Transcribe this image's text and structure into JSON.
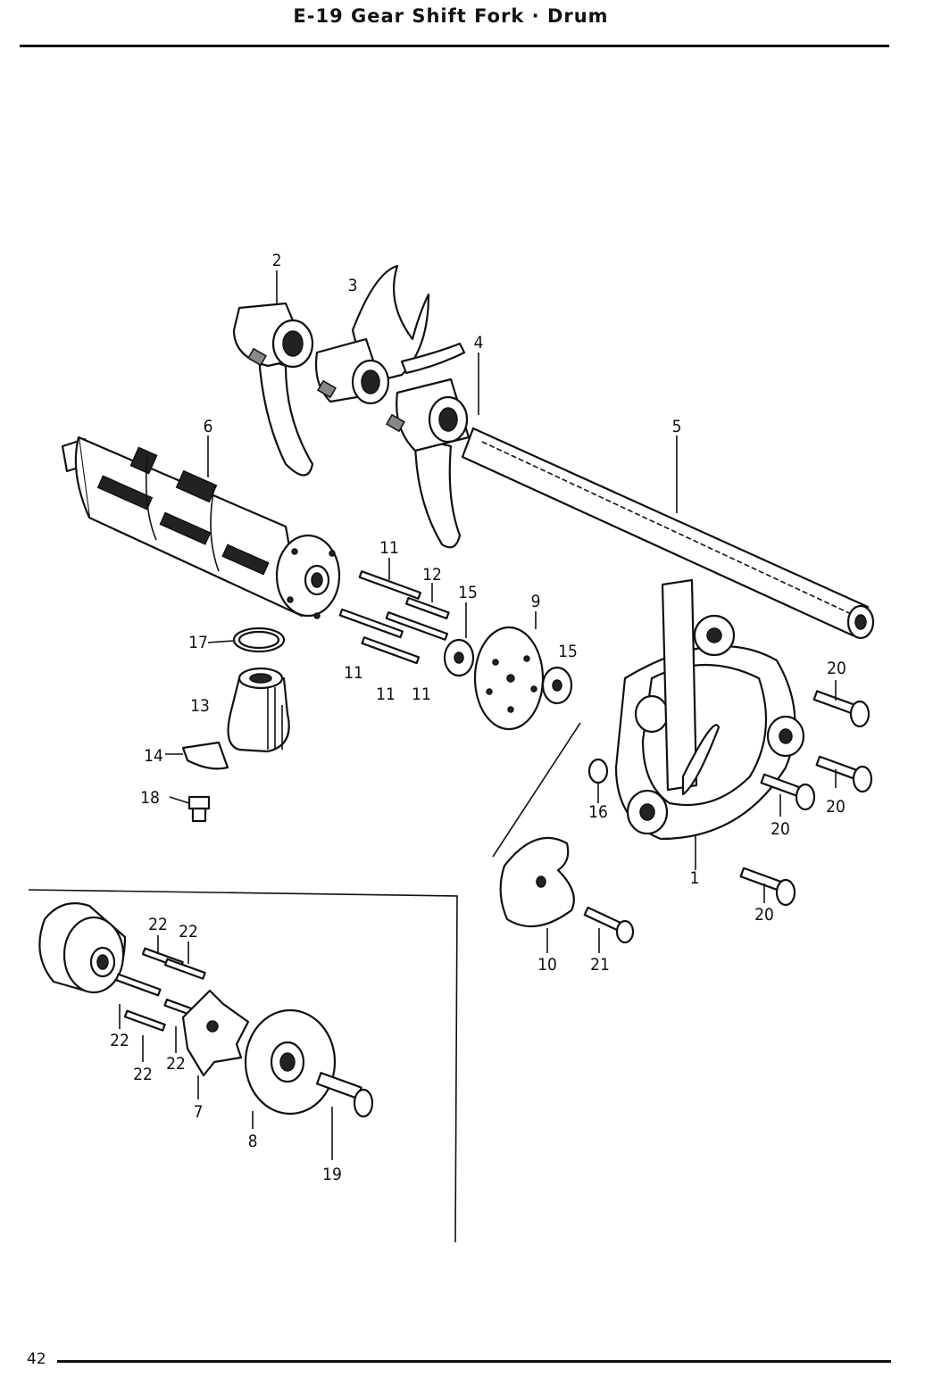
{
  "header": {
    "title": "E-19   Gear Shift Fork · Drum"
  },
  "footer": {
    "page_number": "42"
  },
  "callouts": [
    {
      "label": "1"
    },
    {
      "label": "2"
    },
    {
      "label": "3"
    },
    {
      "label": "4"
    },
    {
      "label": "5"
    },
    {
      "label": "6"
    },
    {
      "label": "7"
    },
    {
      "label": "8"
    },
    {
      "label": "9"
    },
    {
      "label": "10"
    },
    {
      "label": "11"
    },
    {
      "label": "11"
    },
    {
      "label": "11"
    },
    {
      "label": "11"
    },
    {
      "label": "12"
    },
    {
      "label": "13"
    },
    {
      "label": "14"
    },
    {
      "label": "15"
    },
    {
      "label": "15"
    },
    {
      "label": "16"
    },
    {
      "label": "17"
    },
    {
      "label": "18"
    },
    {
      "label": "19"
    },
    {
      "label": "20"
    },
    {
      "label": "20"
    },
    {
      "label": "20"
    },
    {
      "label": "20"
    },
    {
      "label": "21"
    },
    {
      "label": "22"
    },
    {
      "label": "22"
    },
    {
      "label": "22"
    },
    {
      "label": "22"
    },
    {
      "label": "22"
    }
  ]
}
